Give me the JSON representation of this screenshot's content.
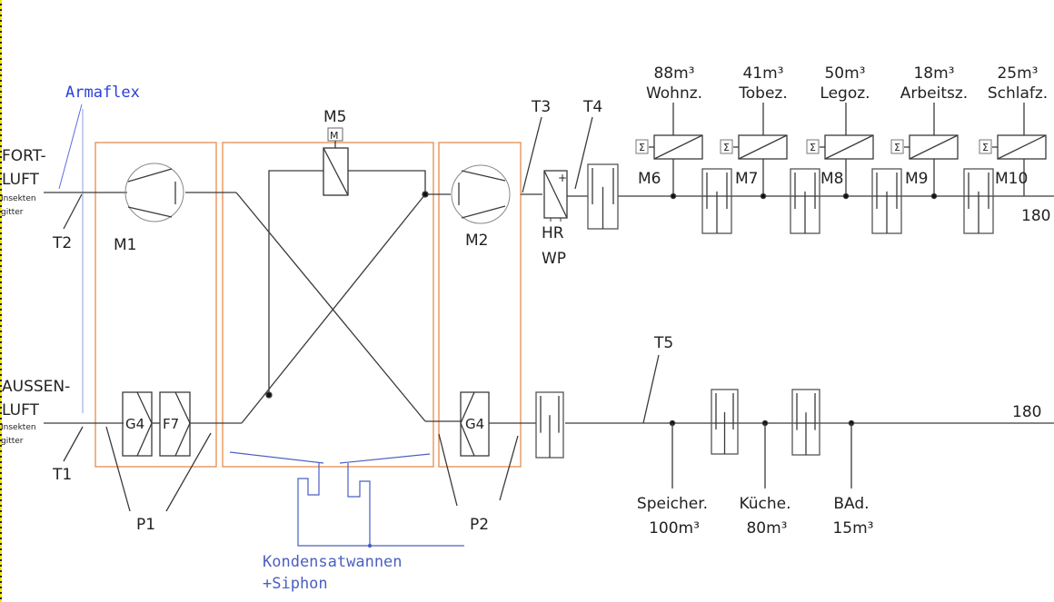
{
  "diagram": {
    "left_labels": {
      "fortluft": [
        "FORT-",
        "LUFT"
      ],
      "aussenluft": [
        "AUSSEN-",
        "LUFT"
      ],
      "insektengitter": [
        "Insekten",
        "gitter"
      ]
    },
    "insulation_label": "Armaflex",
    "condensate_label": [
      "Kondensatwannen",
      "+Siphon"
    ],
    "sensors": {
      "t1": "T1",
      "t2": "T2",
      "t3": "T3",
      "t4": "T4",
      "t5": "T5"
    },
    "pressure": {
      "p1": "P1",
      "p2": "P2"
    },
    "motors": {
      "m1": "M1",
      "m2": "M2",
      "m5": "M5",
      "m5_box": "M"
    },
    "filters": {
      "g4_in": "G4",
      "f7": "F7",
      "g4_out": "G4"
    },
    "heater_label": [
      "HR",
      "WP"
    ],
    "heater_sign": "+",
    "duct_size_top": "180",
    "duct_size_bottom": "180",
    "supply_rooms": [
      {
        "volume": "88m³",
        "name": "Wohnz.",
        "damper": "M6"
      },
      {
        "volume": "41m³",
        "name": "Tobez.",
        "damper": "M7"
      },
      {
        "volume": "50m³",
        "name": "Legoz.",
        "damper": "M8"
      },
      {
        "volume": "18m³",
        "name": "Arbeitsz.",
        "damper": "M9"
      },
      {
        "volume": "25m³",
        "name": "Schlafz.",
        "damper": "M10"
      }
    ],
    "controller_glyph": "Σ",
    "extract_rooms": [
      {
        "name": "Speicher.",
        "volume": "100m³"
      },
      {
        "name": "Küche.",
        "volume": "80m³"
      },
      {
        "name": "BAd.",
        "volume": "15m³"
      }
    ],
    "colors": {
      "line": "#3a3a3a",
      "enclosure": "#e8935a",
      "annotation": "#4a5fc1",
      "armaflex": "#2a3fdc",
      "insulation_line": "#b8c4e8"
    }
  }
}
